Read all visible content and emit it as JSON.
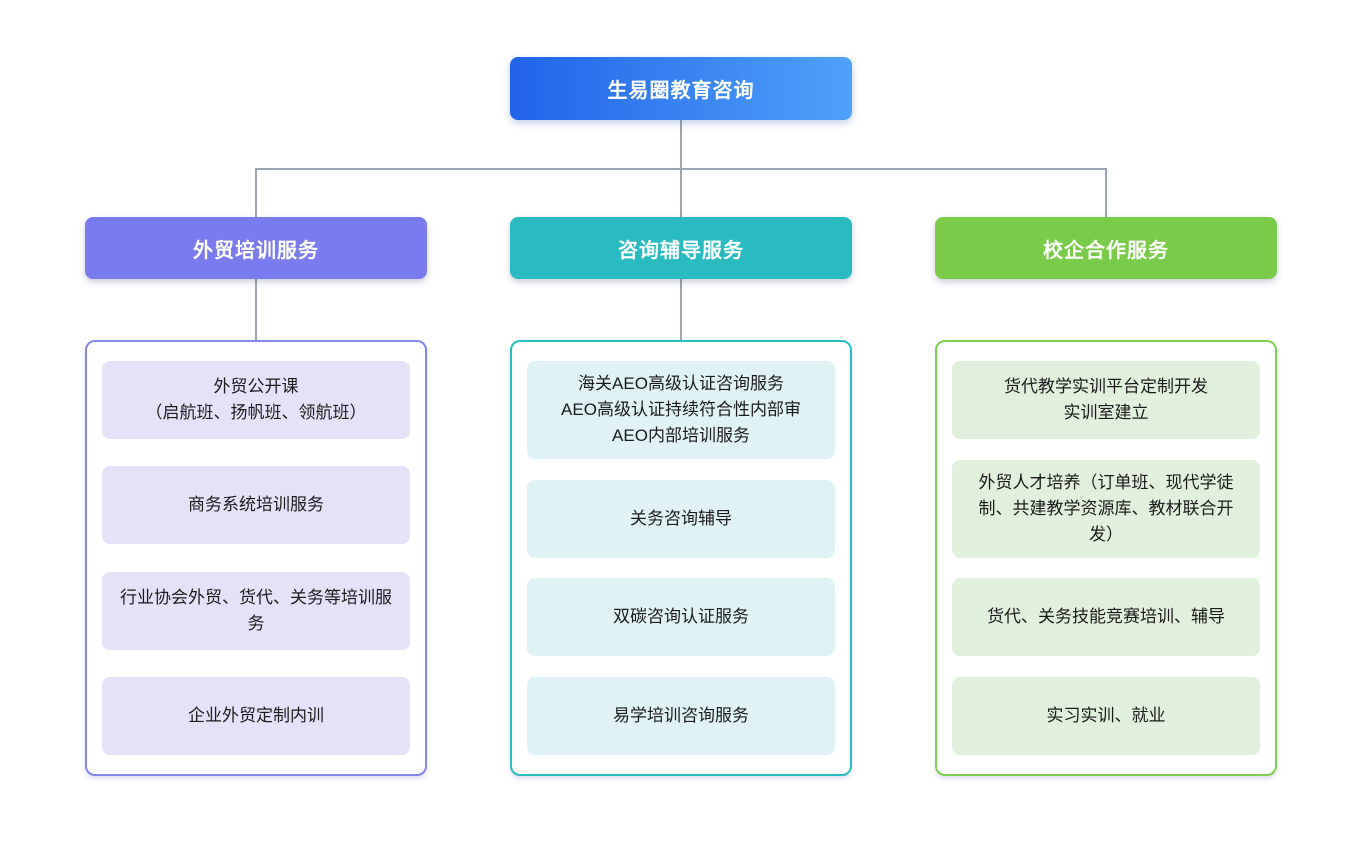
{
  "root": {
    "label": "生易圈教育咨询",
    "gradient_start": "#2263E8",
    "gradient_end": "#4FA1FA"
  },
  "connector_color": "#9AA5B1",
  "branches": [
    {
      "label": "外贸培训服务",
      "header_color": "#7B7BF0",
      "border_color": "#8487F0",
      "item_bg": "#E5E2F8",
      "items": [
        {
          "lines": [
            "外贸公开课",
            "（启航班、扬帆班、领航班）"
          ]
        },
        {
          "lines": [
            "商务系统培训服务"
          ]
        },
        {
          "lines": [
            "行业协会外贸、货代、关务等培训服务"
          ]
        },
        {
          "lines": [
            "企业外贸定制内训"
          ]
        }
      ]
    },
    {
      "label": "咨询辅导服务",
      "header_color": "#29BBBF",
      "border_color": "#2ABDBD",
      "item_bg": "#E0F2F4",
      "items": [
        {
          "lines": [
            "海关AEO高级认证咨询服务",
            "AEO高级认证持续符合性内部审",
            "AEO内部培训服务"
          ]
        },
        {
          "lines": [
            "关务咨询辅导"
          ]
        },
        {
          "lines": [
            "双碳咨询认证服务"
          ]
        },
        {
          "lines": [
            "易学培训咨询服务"
          ]
        }
      ]
    },
    {
      "label": "校企合作服务",
      "header_color": "#79CB49",
      "border_color": "#7DD04F",
      "item_bg": "#E1F0DC",
      "items": [
        {
          "lines": [
            "货代教学实训平台定制开发",
            "实训室建立"
          ]
        },
        {
          "lines": [
            "外贸人才培养（订单班、现代学徒制、共建教学资源库、教材联合开发）"
          ]
        },
        {
          "lines": [
            "货代、关务技能竞赛培训、辅导"
          ]
        },
        {
          "lines": [
            "实习实训、就业"
          ]
        }
      ]
    }
  ]
}
